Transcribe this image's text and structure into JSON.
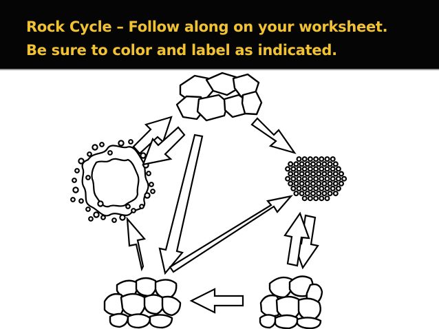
{
  "slide": {
    "title_line_1": "Rock Cycle – Follow along on your worksheet.",
    "title_line_2": "Be sure to color and label as indicated.",
    "colors": {
      "header_background": "#050505",
      "title_text": "#f1c232",
      "drawing_stroke": "#000000",
      "drawing_fill": "#ffffff"
    }
  },
  "diagram": {
    "nodes": [
      {
        "id": "top",
        "depicts": "pile of angular rocks"
      },
      {
        "id": "right",
        "depicts": "cluster of small grains"
      },
      {
        "id": "bottom-right",
        "depicts": "pile of rounded rocks"
      },
      {
        "id": "bottom-left",
        "depicts": "pile of rounded rocks"
      },
      {
        "id": "left",
        "depicts": "ring of melted rock with bubbles"
      }
    ],
    "arrows": [
      {
        "from": "left",
        "to": "top"
      },
      {
        "from": "top",
        "to": "left"
      },
      {
        "from": "top",
        "to": "right"
      },
      {
        "from": "right",
        "to": "bottom-right"
      },
      {
        "from": "bottom-right",
        "to": "right"
      },
      {
        "from": "bottom-right",
        "to": "bottom-left"
      },
      {
        "from": "bottom-left",
        "to": "left"
      },
      {
        "from": "top",
        "to": "bottom-left"
      },
      {
        "from": "bottom-left",
        "to": "right"
      }
    ]
  }
}
